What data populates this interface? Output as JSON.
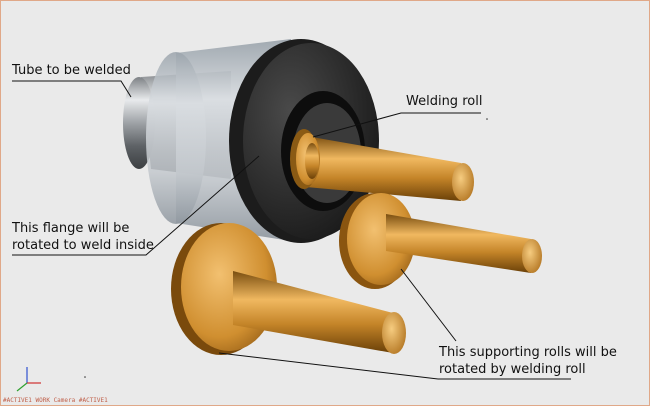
{
  "viewport": {
    "status_text": "#ACTIVE1 WORK Camera #ACTIVE1"
  },
  "annotations": {
    "tube": "Tube to be welded",
    "welding_roll": "Welding roll",
    "flange_line1": "This flange will be",
    "flange_line2": "rotated to weld inside",
    "support_line1": "This supporting rolls will be",
    "support_line2": "rotated by welding roll"
  },
  "colors": {
    "background": "#eaeaea",
    "steel": "#b8bcc0",
    "flange": "#2a2a2a",
    "bronze": "#c98a2a",
    "axis_x": "#d03030",
    "axis_y": "#30a030",
    "axis_z": "#3050d0"
  }
}
